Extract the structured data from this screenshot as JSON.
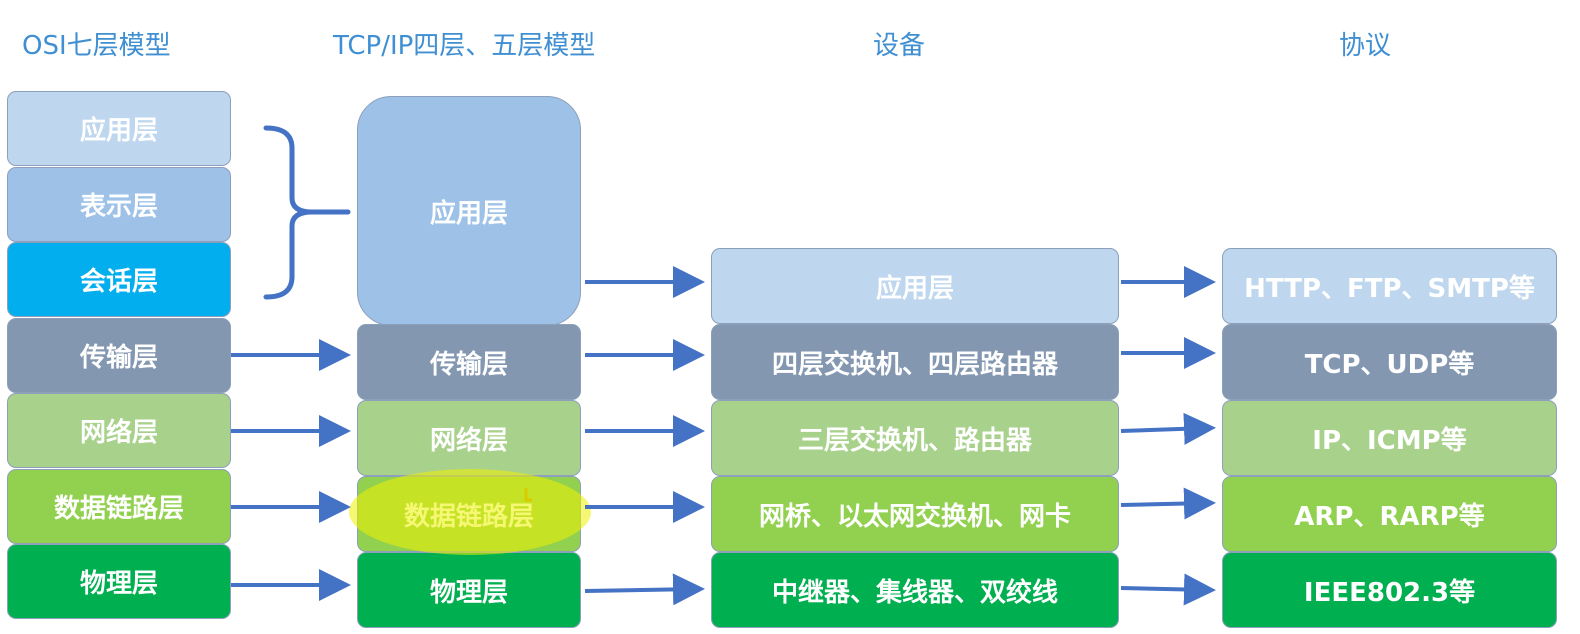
{
  "headers": {
    "osi": "OSI七层模型",
    "tcpip": "TCP/IP四层、五层模型",
    "device": "设备",
    "protocol": "协议"
  },
  "osi_layers": [
    "应用层",
    "表示层",
    "会话层",
    "传输层",
    "网络层",
    "数据链路层",
    "物理层"
  ],
  "tcpip_layers": [
    "应用层",
    "传输层",
    "网络层",
    "数据链路层",
    "物理层"
  ],
  "devices": [
    "应用层",
    "四层交换机、四层路由器",
    "三层交换机、路由器",
    "网桥、以太网交换机、网卡",
    "中继器、集线器、双绞线"
  ],
  "protocols": [
    "HTTP、FTP、SMTP等",
    "TCP、UDP等",
    "IP、ICMP等",
    "ARP、RARP等",
    "IEEE802.3等"
  ],
  "colors": {
    "header_text": "#3f8fd2",
    "application_light": "#bed6ee",
    "presentation": "#9dc1e7",
    "session": "#03aeef",
    "transport": "#8497b1",
    "network": "#a8d18c",
    "data_link": "#92d050",
    "physical": "#00af50",
    "arrow": "#4472c4",
    "highlight": "#eef000"
  }
}
